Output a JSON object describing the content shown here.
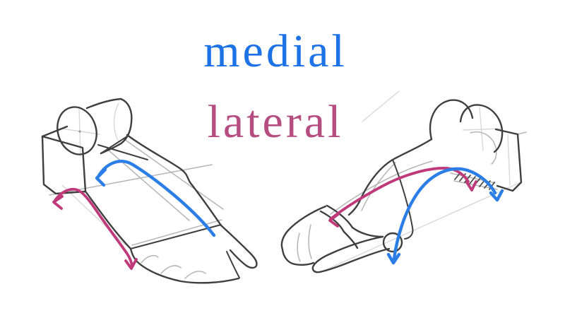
{
  "labels": {
    "medial": "medial",
    "lateral": "lateral"
  },
  "figures": {
    "left": "foot-sketch-inner-side-view",
    "right": "foot-sketch-outer-side-view"
  },
  "colors": {
    "background": "#ffffff",
    "medial-text": "#1d73e6",
    "lateral-text": "#b54d80",
    "arrow-blue": "#2b7ee6",
    "arrow-pink": "#c03a7b",
    "outline-dark": "#3f3f3f",
    "construction-gray": "#b5b5b5",
    "construction-faint": "#d8d8d8",
    "hatch-dark": "#4c4c4c"
  }
}
